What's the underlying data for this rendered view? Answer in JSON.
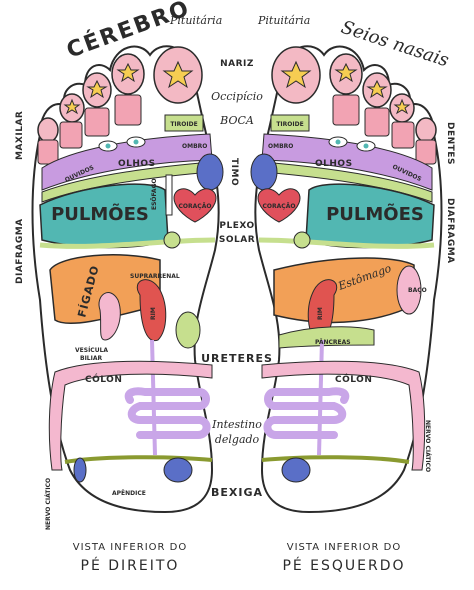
{
  "labels": {
    "cerebro": "CÉREBRO",
    "seios_nasais": "Seios nasais",
    "pituitaria_left": "Pituitária",
    "pituitaria_right": "Pituitária",
    "nariz": "NARIZ",
    "occipicio": "Occipício",
    "boca": "BOCA",
    "tiroide_left": "TIROIDE",
    "tiroide_right": "TIROIDE",
    "ombro_left": "OMBRO",
    "ombro_right": "OMBRO",
    "olhos_left": "OLHOS",
    "olhos_right": "OLHOS",
    "ouvidos_left": "OUVIDOS",
    "ouvidos_right": "OUVIDOS",
    "maxilar": "MAXILAR",
    "dentes": "DENTES",
    "timo": "TIMO",
    "pulmoes_left": "PULMÕES",
    "pulmoes_right": "PULMÕES",
    "esofago": "ESÔFAGO",
    "coracao_left": "CORAÇÃO",
    "coracao_right": "CORAÇÃO",
    "diafragma_left": "DIAFRAGMA",
    "diafragma_right": "DIAFRAGMA",
    "plexo_solar_1": "PLEXO",
    "plexo_solar_2": "SOLAR",
    "suprarrenal": "SUPRARRENAL",
    "figado": "FÍGADO",
    "rim_left": "RIM",
    "rim_right": "RIM",
    "vesicula_1": "VESÍCULA",
    "vesicula_2": "BILIAR",
    "estomago": "Estômago",
    "baco": "BAÇO",
    "pancreas": "PÂNCREAS",
    "ureteres": "URETERES",
    "colon_left": "CÓLON",
    "colon_right": "CÓLON",
    "intestino_1": "Intestino",
    "intestino_2": "delgado",
    "nervo_ciatico_left": "NERVO CIÁTICO",
    "nervo_ciatico_right": "NERVO CIÁTICO",
    "apendice": "APÊNDICE",
    "bexiga": "BEXIGA"
  },
  "captions": {
    "left_small": "VISTA INFERIOR DO",
    "left_big": "PÉ DIREITO",
    "right_small": "VISTA INFERIOR DO",
    "right_big": "PÉ ESQUERDO"
  },
  "colors": {
    "outline": "#2b2b2b",
    "foot": "#ffffff",
    "brain_toe": "#f3b9c4",
    "teeth": "#f2a3b3",
    "purple_band": "#c89be0",
    "green_band": "#c6df8e",
    "teal_lung": "#52b7b2",
    "heart": "#e0505c",
    "orange_liver": "#f2a057",
    "pink": "#f4b8cf",
    "red_kidney": "#e05450",
    "blue": "#5a6fc7",
    "lavender": "#c9a6e8",
    "yellow_star": "#f6cd52",
    "olive_nerve": "#8a9a30"
  }
}
